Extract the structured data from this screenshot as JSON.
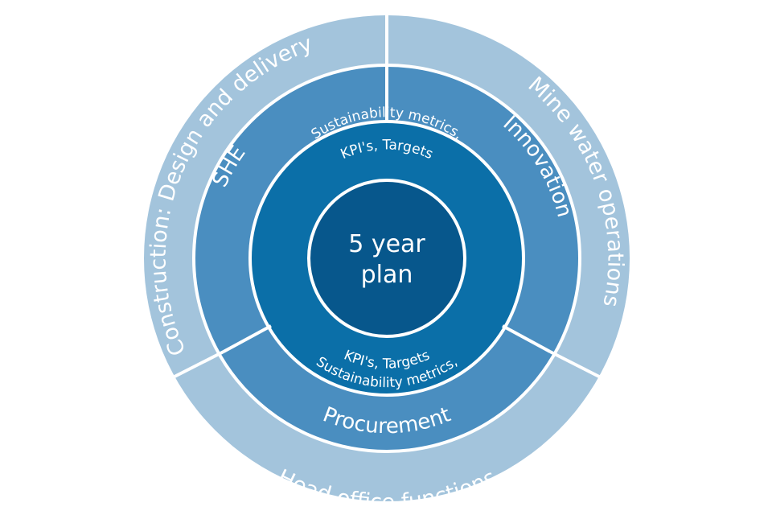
{
  "colors": {
    "outer": "#a3c4dc",
    "middle": "#4a8ec0",
    "inner": "#0b6fa8",
    "core": "#07578c",
    "divider": "#ffffff",
    "text": "#ffffff"
  },
  "rings": {
    "outer": {
      "left": "Construction: Design and delivery",
      "right": "Mine water operations",
      "bottom": "Head office functions"
    },
    "middle": {
      "left": "SHE",
      "right": "Innovation",
      "bottom": "Procurement"
    },
    "inner": {
      "top_line1": "Sustainability metrics,",
      "top_line2": "KPI's, Targets",
      "bottom_line1": "Sustainability metrics,",
      "bottom_line2": "KPI's, Targets"
    }
  },
  "core": {
    "line1": "5 year",
    "line2": "plan"
  }
}
